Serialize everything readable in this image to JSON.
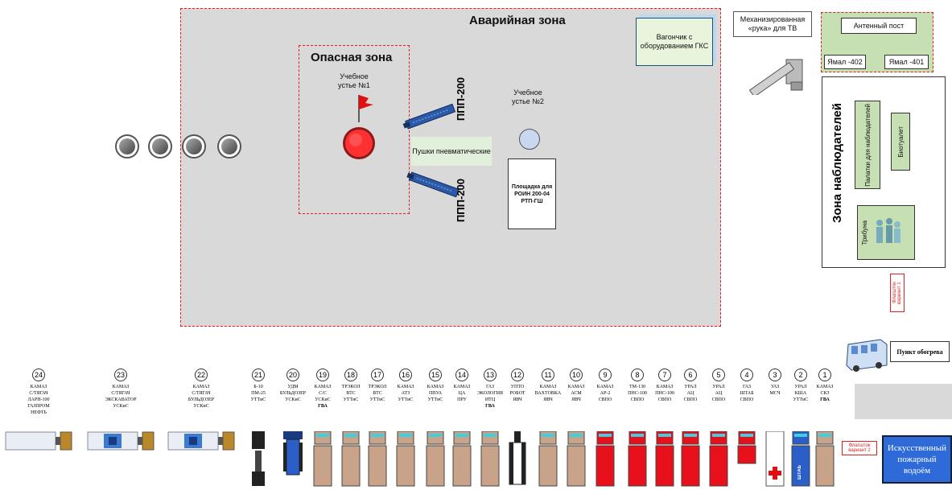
{
  "zones": {
    "emergency": "Аварийная зона",
    "danger": "Опасная зона",
    "observers": "Зона наблюдателей"
  },
  "labels": {
    "wellhead1": "Учебное устье №1",
    "wellhead2": "Учебное устье №2",
    "ppp_top": "ППП-200",
    "ppp_bottom": "ППП-200",
    "cannons": "Пушки пневматические",
    "platform": "Площадка для РОИН 200-04 РТП-ГШ",
    "wagon": "Вагончик с оборудованием ГКС",
    "arm": "Механизированная «рука» для ТВ",
    "antenna": "Антенный пост",
    "yamal402": "Ямал -402",
    "yamal401": "Ямал -401",
    "tents": "Палатки для наблюдателей",
    "toilet": "Биотуалет",
    "tribune": "Трибуна",
    "heating": "Пункт обогрева",
    "flag1": "Флагшток вариант 1",
    "flag2": "Флагшток вариант 2",
    "reservoir": "Искусственный пожарный водоём"
  },
  "vehicles": [
    {
      "num": "24",
      "l1": "КАМАЗ",
      "l2": "С/ТЯГАЧ",
      "l3": "ЛАРН-100",
      "l4": "ГАЗПРОМ",
      "l5": "НЕФТЬ"
    },
    {
      "num": "23",
      "l1": "КАМАЗ",
      "l2": "С/ТЯГАЧ",
      "l3": "ЭКСКАВАТОР",
      "l4": "УСКиС",
      "l5": ""
    },
    {
      "num": "22",
      "l1": "КАМАЗ",
      "l2": "С/ТЯГАЧ",
      "l3": "БУЛЬДОЗЕР",
      "l4": "УСКиС",
      "l5": ""
    },
    {
      "num": "21",
      "l1": "Б-10",
      "l2": "ПМ-25",
      "l3": "УТТиС",
      "l4": "",
      "l5": ""
    },
    {
      "num": "20",
      "l1": "УДМ",
      "l2": "БУЛЬДОЗЕР",
      "l3": "УСКиС",
      "l4": "",
      "l5": ""
    },
    {
      "num": "19",
      "l1": "КАМАЗ",
      "l2": "С/С",
      "l3": "УСКиС",
      "l4": "ГВА",
      "l5": ""
    },
    {
      "num": "18",
      "l1": "ТРЭКОЛ",
      "l2": "ВТС",
      "l3": "УТТиС",
      "l4": "",
      "l5": ""
    },
    {
      "num": "17",
      "l1": "ТРЭКОЛ",
      "l2": "ВТС",
      "l3": "УТТиС",
      "l4": "",
      "l5": ""
    },
    {
      "num": "16",
      "l1": "КАМАЗ",
      "l2": "АТЗ",
      "l3": "УТТиС",
      "l4": "",
      "l5": ""
    },
    {
      "num": "15",
      "l1": "КАМАЗ",
      "l2": "ППУА",
      "l3": "УТТиС",
      "l4": "",
      "l5": ""
    },
    {
      "num": "14",
      "l1": "КАМАЗ",
      "l2": "ЦА",
      "l3": "ПРУ",
      "l4": "",
      "l5": ""
    },
    {
      "num": "13",
      "l1": "ГАЗ",
      "l2": "ЭКОЛОГИЯ",
      "l3": "ИТЦ",
      "l4": "ГВА",
      "l5": ""
    },
    {
      "num": "12",
      "l1": "УПТО",
      "l2": "РОБОТ",
      "l3": "ЯВЧ",
      "l4": "",
      "l5": ""
    },
    {
      "num": "11",
      "l1": "КАМАЗ",
      "l2": "ВАХТОВКА",
      "l3": "ЯВЧ",
      "l4": "",
      "l5": ""
    },
    {
      "num": "10",
      "l1": "КАМАЗ",
      "l2": "АСМ",
      "l3": "ЯВЧ",
      "l4": "",
      "l5": ""
    },
    {
      "num": "9",
      "l1": "КАМАЗ",
      "l2": "АР-2",
      "l3": "СВПО",
      "l4": "",
      "l5": ""
    },
    {
      "num": "8",
      "l1": "ТМ-130",
      "l2": "ПНС-100",
      "l3": "СВПО",
      "l4": "",
      "l5": ""
    },
    {
      "num": "7",
      "l1": "КАМАЗ",
      "l2": "ПНС-100",
      "l3": "СВПО",
      "l4": "",
      "l5": ""
    },
    {
      "num": "6",
      "l1": "УРАЛ",
      "l2": "АЦ",
      "l3": "СВПО",
      "l4": "",
      "l5": ""
    },
    {
      "num": "5",
      "l1": "УРАЛ",
      "l2": "АЦ",
      "l3": "СВПО",
      "l4": "",
      "l5": ""
    },
    {
      "num": "4",
      "l1": "ГАЗ",
      "l2": "ШТАБ",
      "l3": "СВПО",
      "l4": "",
      "l5": ""
    },
    {
      "num": "3",
      "l1": "УАЗ",
      "l2": "МСЧ",
      "l3": "",
      "l4": "",
      "l5": ""
    },
    {
      "num": "2",
      "l1": "УРАЛ",
      "l2": "КША",
      "l3": "УТТиС",
      "l4": "",
      "l5": ""
    },
    {
      "num": "1",
      "l1": "КАМАЗ",
      "l2": "СКЗ",
      "l3": "ГВА",
      "l4": "",
      "l5": ""
    }
  ],
  "bus_sign": "ШТАБ",
  "colors": {
    "zone_border": "#e02020",
    "zone_fill": "#d9d9d9",
    "truck_brown": "#c8a38a",
    "truck_red": "#e8101a",
    "truck_blue": "#2b5fc7",
    "reservoir": "#2f6bd8"
  }
}
